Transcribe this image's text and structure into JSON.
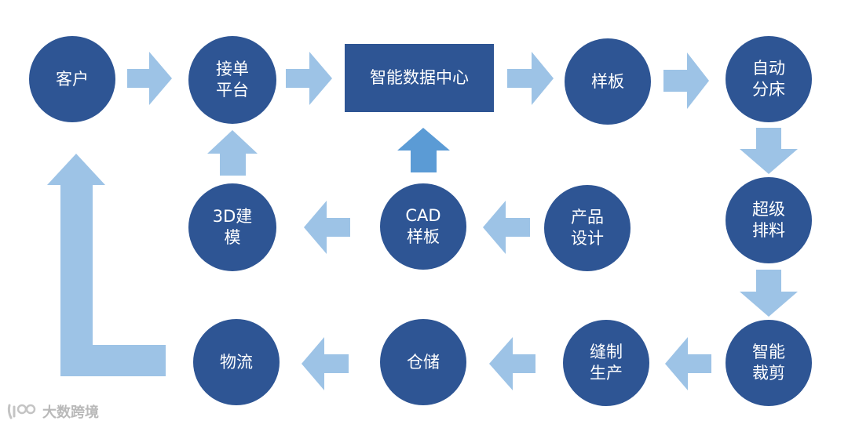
{
  "colors": {
    "node": "#2e5594",
    "arrow_light": "#9dc3e6",
    "arrow_accent": "#5b9bd5",
    "node_text": "#ffffff",
    "watermark": "#b9b9b9"
  },
  "nodes": [
    {
      "id": "customer",
      "label": "客户"
    },
    {
      "id": "order-platform",
      "label": "接单\n平台"
    },
    {
      "id": "data-center",
      "label": "智能数据中心"
    },
    {
      "id": "sample",
      "label": "样板"
    },
    {
      "id": "auto-bed",
      "label": "自动\n分床"
    },
    {
      "id": "3d-modeling",
      "label": "3D建\n模"
    },
    {
      "id": "cad-sample",
      "label": "CAD\n样板"
    },
    {
      "id": "product-design",
      "label": "产品\n设计"
    },
    {
      "id": "super-layout",
      "label": "超级\n排料"
    },
    {
      "id": "logistics",
      "label": "物流"
    },
    {
      "id": "warehouse",
      "label": "仓储"
    },
    {
      "id": "sewing-production",
      "label": "缝制\n生产"
    },
    {
      "id": "smart-cutting",
      "label": "智能\n裁剪"
    }
  ],
  "watermark": {
    "text": "大数跨境",
    "icon": "watermark-logo-icon"
  }
}
